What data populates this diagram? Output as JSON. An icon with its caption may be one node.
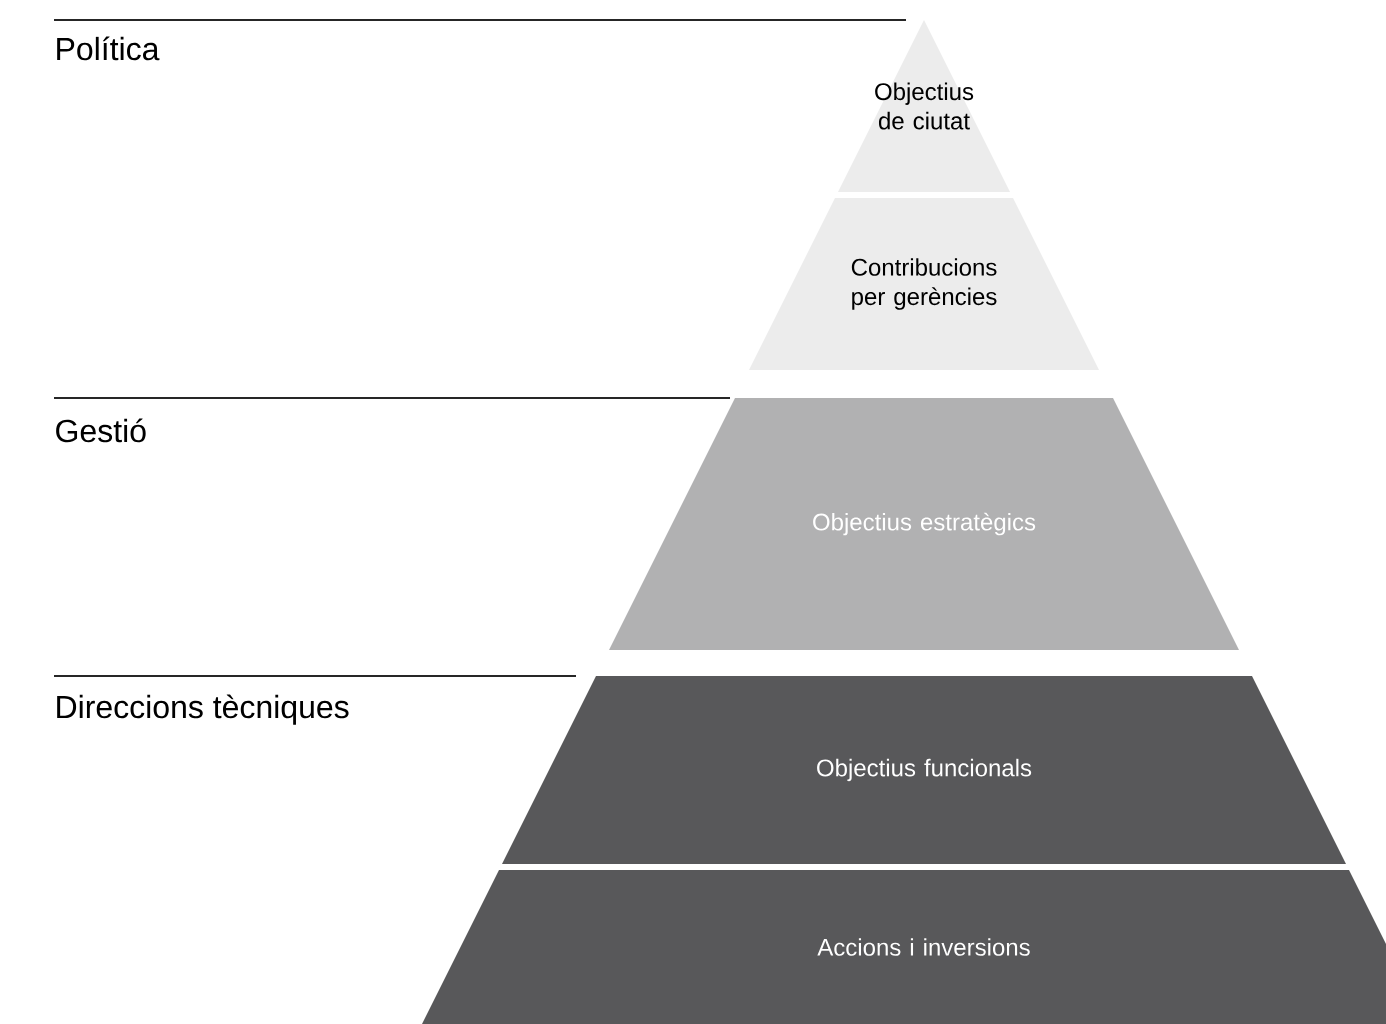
{
  "diagram": {
    "nodes": [
      {
        "text": [
          "Objectius de ciutat"
        ]
      },
      {
        "text": [
          "Contribucions per gerències"
        ]
      },
      {
        "text": [
          "Objectius estratègics"
        ]
      },
      {
        "text": [
          "Objectius funcionals"
        ]
      },
      {
        "text": [
          "Accions i inversions"
        ]
      }
    ],
    "labels": [
      "Política",
      "Gestió",
      "Direccions tècniques"
    ]
  }
}
